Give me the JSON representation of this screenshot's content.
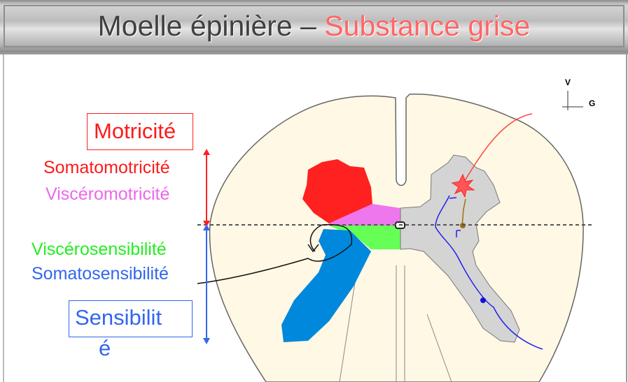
{
  "title": {
    "part1": "Moelle épinière – ",
    "part2": "Substance grise"
  },
  "labels": {
    "motricite": "Motricité",
    "somatomotricite": "Somatomotricité",
    "visceromotricite": "Viscéromotricité",
    "viscerosensibilite": "Viscérosensibilité",
    "somatosensibilite": "Somatosensibilité",
    "sensibilite_line1": "Sensibilit",
    "sensibilite_line2": "é"
  },
  "orientation": {
    "vertical": "V",
    "horizontal": "G"
  },
  "colors": {
    "somatomotor": "#ff2020",
    "visceromotor": "#ee77ee",
    "viscerosensory": "#66ff55",
    "somatosensory": "#0088dd",
    "white_matter": "#fff8e4",
    "gray_matter": "#d4d4d4"
  }
}
